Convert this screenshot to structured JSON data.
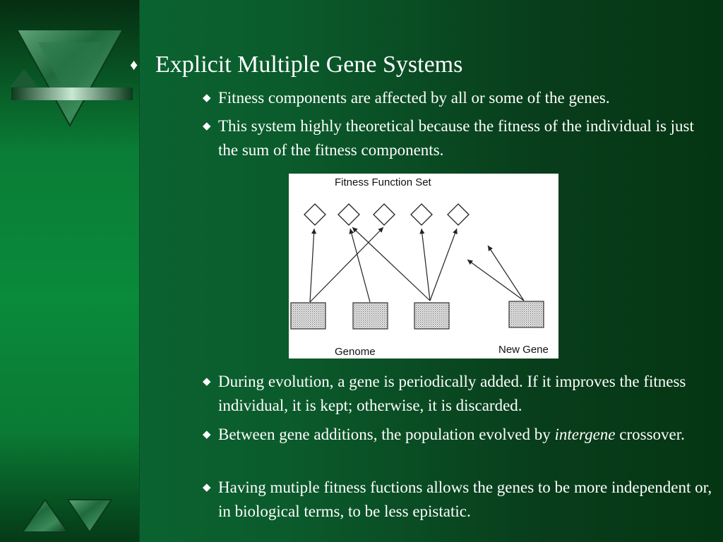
{
  "slide": {
    "title": "Explicit Multiple Gene Systems",
    "bullet_glyph_main": "♦",
    "bullet_glyph_sub": "◆",
    "bullets_top": [
      {
        "text": "Fitness components are affected by all or some of the genes."
      },
      {
        "text": "This system highly theoretical because the fitness of the individual is just the sum of the fitness components."
      }
    ],
    "bullets_bottom": [
      {
        "text": "During evolution, a gene is periodically added. If it improves the fitness individual, it is kept; otherwise, it is discarded."
      },
      {
        "pre": "Between gene additions, the population evolved by ",
        "em": "intergene",
        "post": " crossover."
      },
      {
        "text": "Having mutiple fitness fuctions allows the genes to be more independent or, in biological terms, to be less epistatic."
      }
    ]
  },
  "figure": {
    "top_label": "Fitness Function Set",
    "bottom_left_label": "Genome",
    "bottom_right_label": "New Gene"
  },
  "colors": {
    "background": "#0b5b2c",
    "sidebar": "#0a8a3b",
    "text": "#ffffff"
  }
}
